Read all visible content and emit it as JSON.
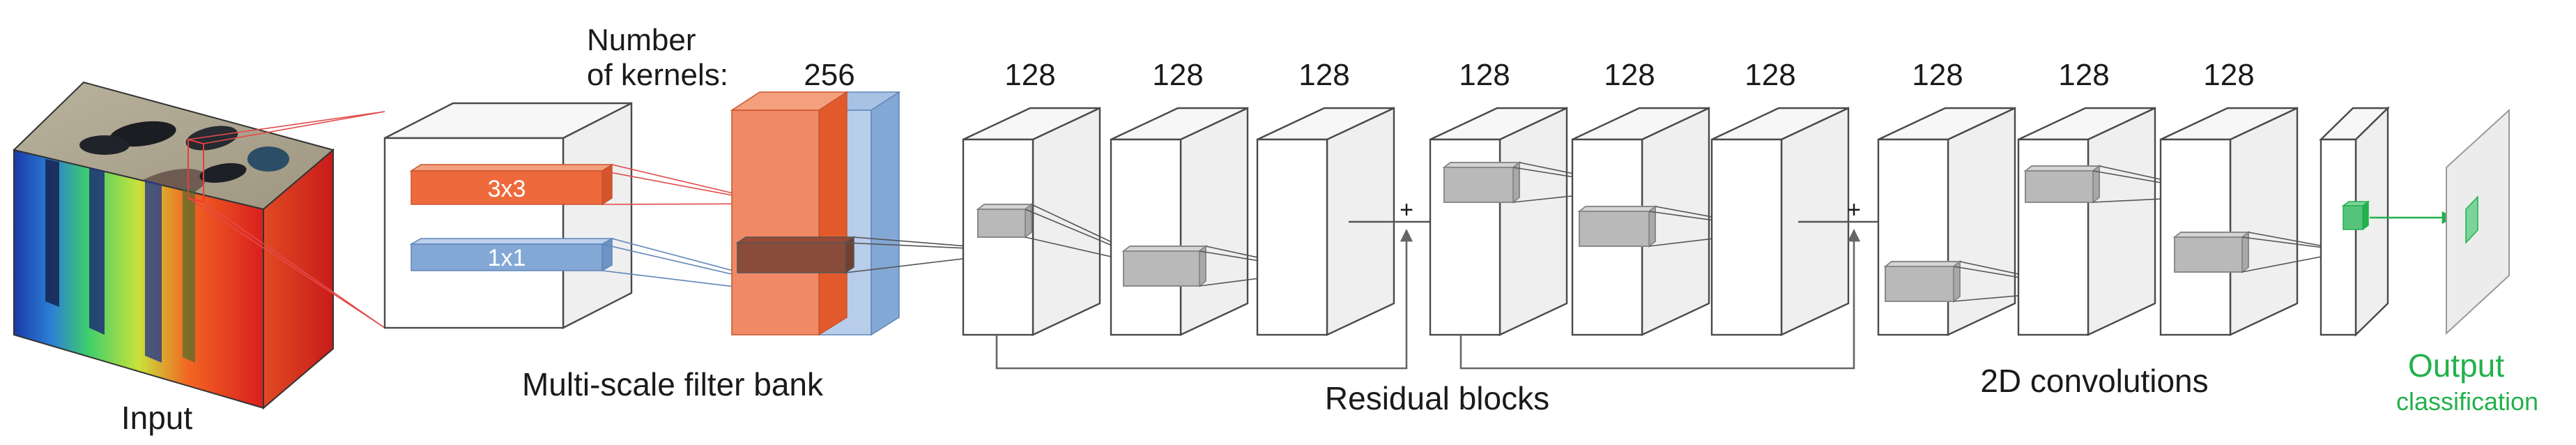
{
  "labels": {
    "number_of_kernels_line1": "Number",
    "number_of_kernels_line2": "of kernels:",
    "input": "Input",
    "multiscale": "Multi-scale filter bank",
    "residual": "Residual blocks",
    "conv2d": "2D convolutions",
    "output": "Output",
    "classification": "classification",
    "plus": "+"
  },
  "filter_bank": {
    "kernel_3x3": "3x3",
    "kernel_1x1": "1x1",
    "count": "256"
  },
  "layer_counts": [
    "128",
    "128",
    "128",
    "128",
    "128",
    "128",
    "128",
    "128",
    "128"
  ],
  "colors": {
    "kernel_3x3": "#ee6a3c",
    "kernel_1x1": "#84a8d6",
    "output": "#22b14c",
    "lines": "#555555"
  }
}
